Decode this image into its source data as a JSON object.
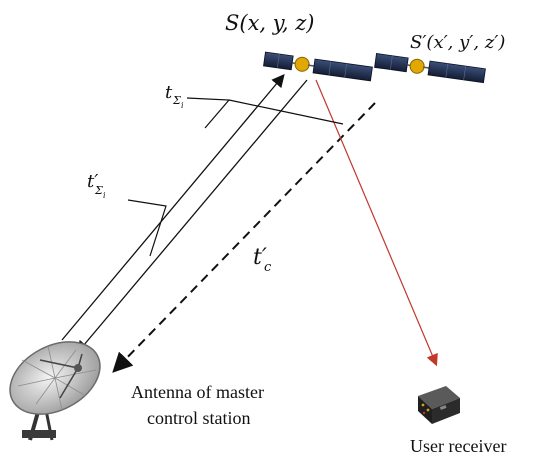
{
  "diagram": {
    "satellite_label": "S(x, y, z)",
    "satellite_prime_label": "S′(x′, y′, z′)",
    "t_sigma_label": "t",
    "t_sigma_sub": "Σ",
    "t_sigma_sub_i": "i",
    "t_sigma_prime_label": "t′",
    "t_sigma_prime_sub": "Σ",
    "t_sigma_prime_sub_i": "i",
    "tc_prime_label": "t′",
    "tc_prime_sub": "c",
    "antenna_label_line1": "Antenna of master",
    "antenna_label_line2": "control station",
    "receiver_label": "User receiver",
    "colors": {
      "line": "#111111",
      "signal_arrow": "#c0392b",
      "solar_panel": "#1f2f4f",
      "satellite_body": "#e0a800"
    },
    "icons": [
      "satellite-icon",
      "dish-antenna-icon",
      "receiver-icon"
    ]
  }
}
